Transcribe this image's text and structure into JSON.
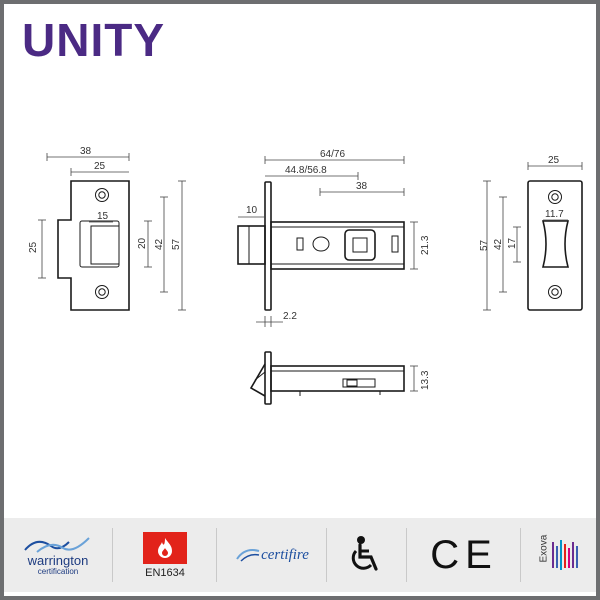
{
  "brand": {
    "name": "UNITY",
    "color": "#4b2a84"
  },
  "dimensions": {
    "front_width_outer": "38",
    "front_width_inner": "25",
    "front_height": "25",
    "latch_width": "15",
    "strike_height_20": "20",
    "strike_height_42": "42",
    "strike_height_57": "57",
    "backset_total": "64/76",
    "backset_mid": "44.8/56.8",
    "body_38": "38",
    "latch_projection": "10",
    "body_height": "21.3",
    "plate_thickness": "2.2",
    "side_57": "57",
    "side_42": "42",
    "side_17": "17",
    "keep_width": "25",
    "keep_opening": "11.7",
    "body_thickness": "13.3"
  },
  "certifications": {
    "warrington": "warrington",
    "warrington_sub": "certification",
    "en": "EN1634",
    "certifire": "certifire",
    "ce": "CE",
    "exova": "Exova",
    "fire_color": "#e2231a",
    "accent_blue": "#1d4fa0",
    "icons": [
      "warrington-logo",
      "fire-icon",
      "certifire-logo",
      "wheelchair-icon",
      "ce-mark",
      "exova-logo"
    ]
  }
}
